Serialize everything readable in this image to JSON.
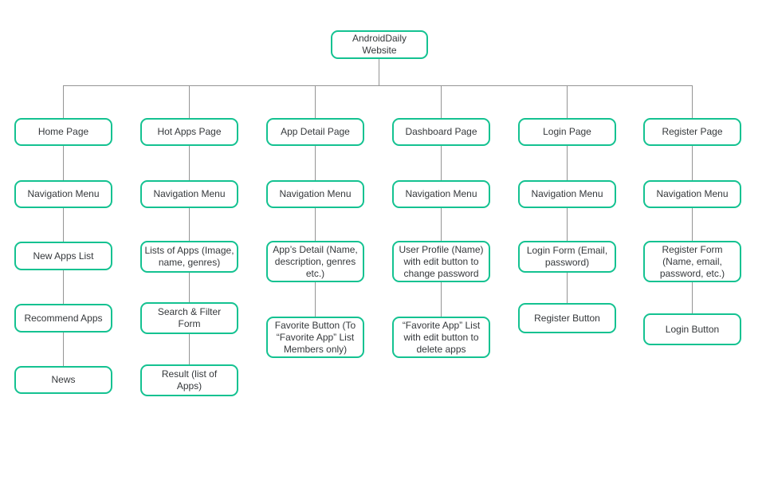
{
  "diagram": {
    "root": {
      "label": "AndroidDaily\nWebsite"
    },
    "columns": [
      {
        "nodes": [
          {
            "label": "Home Page"
          },
          {
            "label": "Navigation Menu"
          },
          {
            "label": "New Apps List"
          },
          {
            "label": "Recommend Apps"
          },
          {
            "label": "News"
          }
        ]
      },
      {
        "nodes": [
          {
            "label": "Hot Apps Page"
          },
          {
            "label": "Navigation Menu"
          },
          {
            "label": "Lists of Apps (Image,\nname, genres)"
          },
          {
            "label": "Search & Filter\nForm"
          },
          {
            "label": "Result (list of\nApps)"
          }
        ]
      },
      {
        "nodes": [
          {
            "label": "App Detail Page"
          },
          {
            "label": "Navigation Menu"
          },
          {
            "label": "App’s Detail (Name,\ndescription, genres\netc.)"
          },
          {
            "label": "Favorite Button (To\n“Favorite App” List\nMembers only)"
          }
        ]
      },
      {
        "nodes": [
          {
            "label": "Dashboard Page"
          },
          {
            "label": "Navigation Menu"
          },
          {
            "label": "User Profile (Name)\nwith edit button to\nchange password"
          },
          {
            "label": "“Favorite App” List\nwith edit button to\ndelete apps"
          }
        ]
      },
      {
        "nodes": [
          {
            "label": "Login Page"
          },
          {
            "label": "Navigation Menu"
          },
          {
            "label": "Login Form (Email,\npassword)"
          },
          {
            "label": "Register Button"
          }
        ]
      },
      {
        "nodes": [
          {
            "label": "Register Page"
          },
          {
            "label": "Navigation Menu"
          },
          {
            "label": "Register Form\n(Name, email,\npassword, etc.)"
          },
          {
            "label": "Login Button"
          }
        ]
      }
    ]
  },
  "colors": {
    "node_border": "#14C291",
    "connector": "#949494",
    "text": "#35383B",
    "background": "#FFFFFF"
  }
}
